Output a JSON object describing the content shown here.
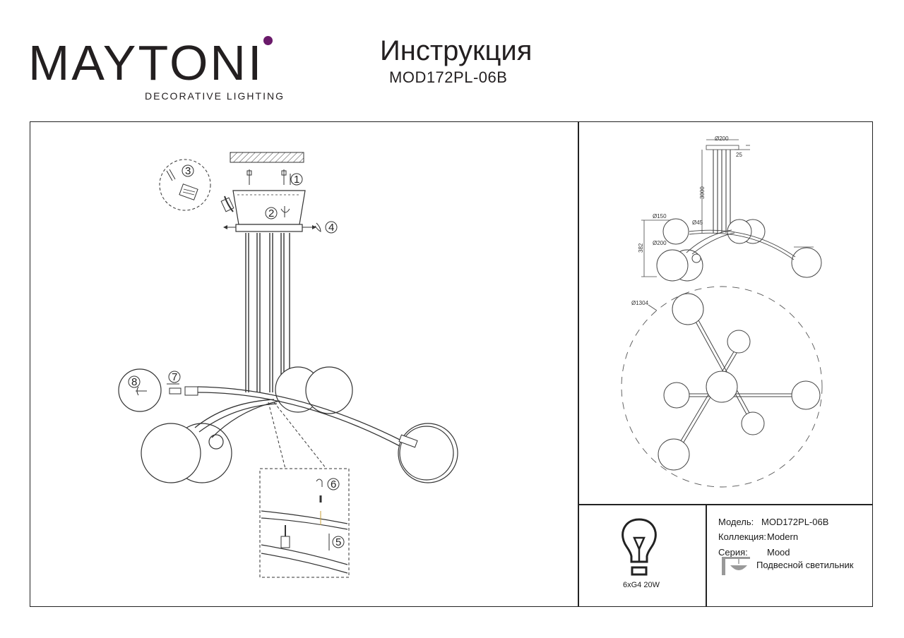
{
  "header": {
    "brand": "MAYTONI",
    "brand_tagline": "DECORATIVE LIGHTING",
    "title": "Инструкция",
    "model": "MOD172PL-06B"
  },
  "assembly_steps": {
    "s1": "1",
    "s2": "2",
    "s3": "3",
    "s4": "4",
    "s5": "5",
    "s6": "6",
    "s7": "7",
    "s8": "8"
  },
  "dimensions": {
    "canopy_diameter": "Ø200",
    "canopy_height": "25",
    "cable_length": "3000",
    "shade_small": "Ø150",
    "arm_tube": "Ø45",
    "shade_large": "Ø200",
    "body_height": "382",
    "overall_diameter": "Ø1304"
  },
  "bulb": {
    "spec": "6xG4 20W"
  },
  "specs": {
    "model_label": "Модель:",
    "model_value": "MOD172PL-06B",
    "collection_label": "Коллекция:",
    "collection_value": "Modern",
    "series_label": "Серия:",
    "series_value": "Mood",
    "type_value": "Подвесной светильник"
  },
  "icons": {
    "bulb": "light-bulb-icon",
    "fixture_type": "pendant-lamp-icon"
  }
}
